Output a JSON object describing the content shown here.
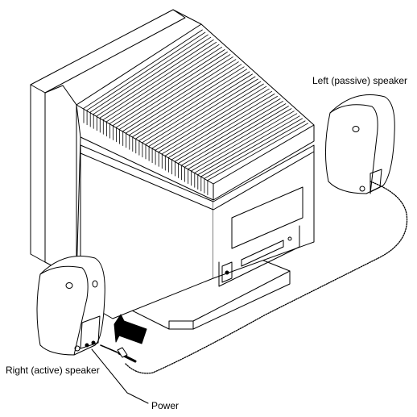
{
  "labels": {
    "left_speaker": "Left (passive) speaker",
    "right_speaker": "Right (active) speaker",
    "power": "Power"
  },
  "colors": {
    "line": "#000000",
    "fill": "#ffffff",
    "arrow": "#000000"
  }
}
